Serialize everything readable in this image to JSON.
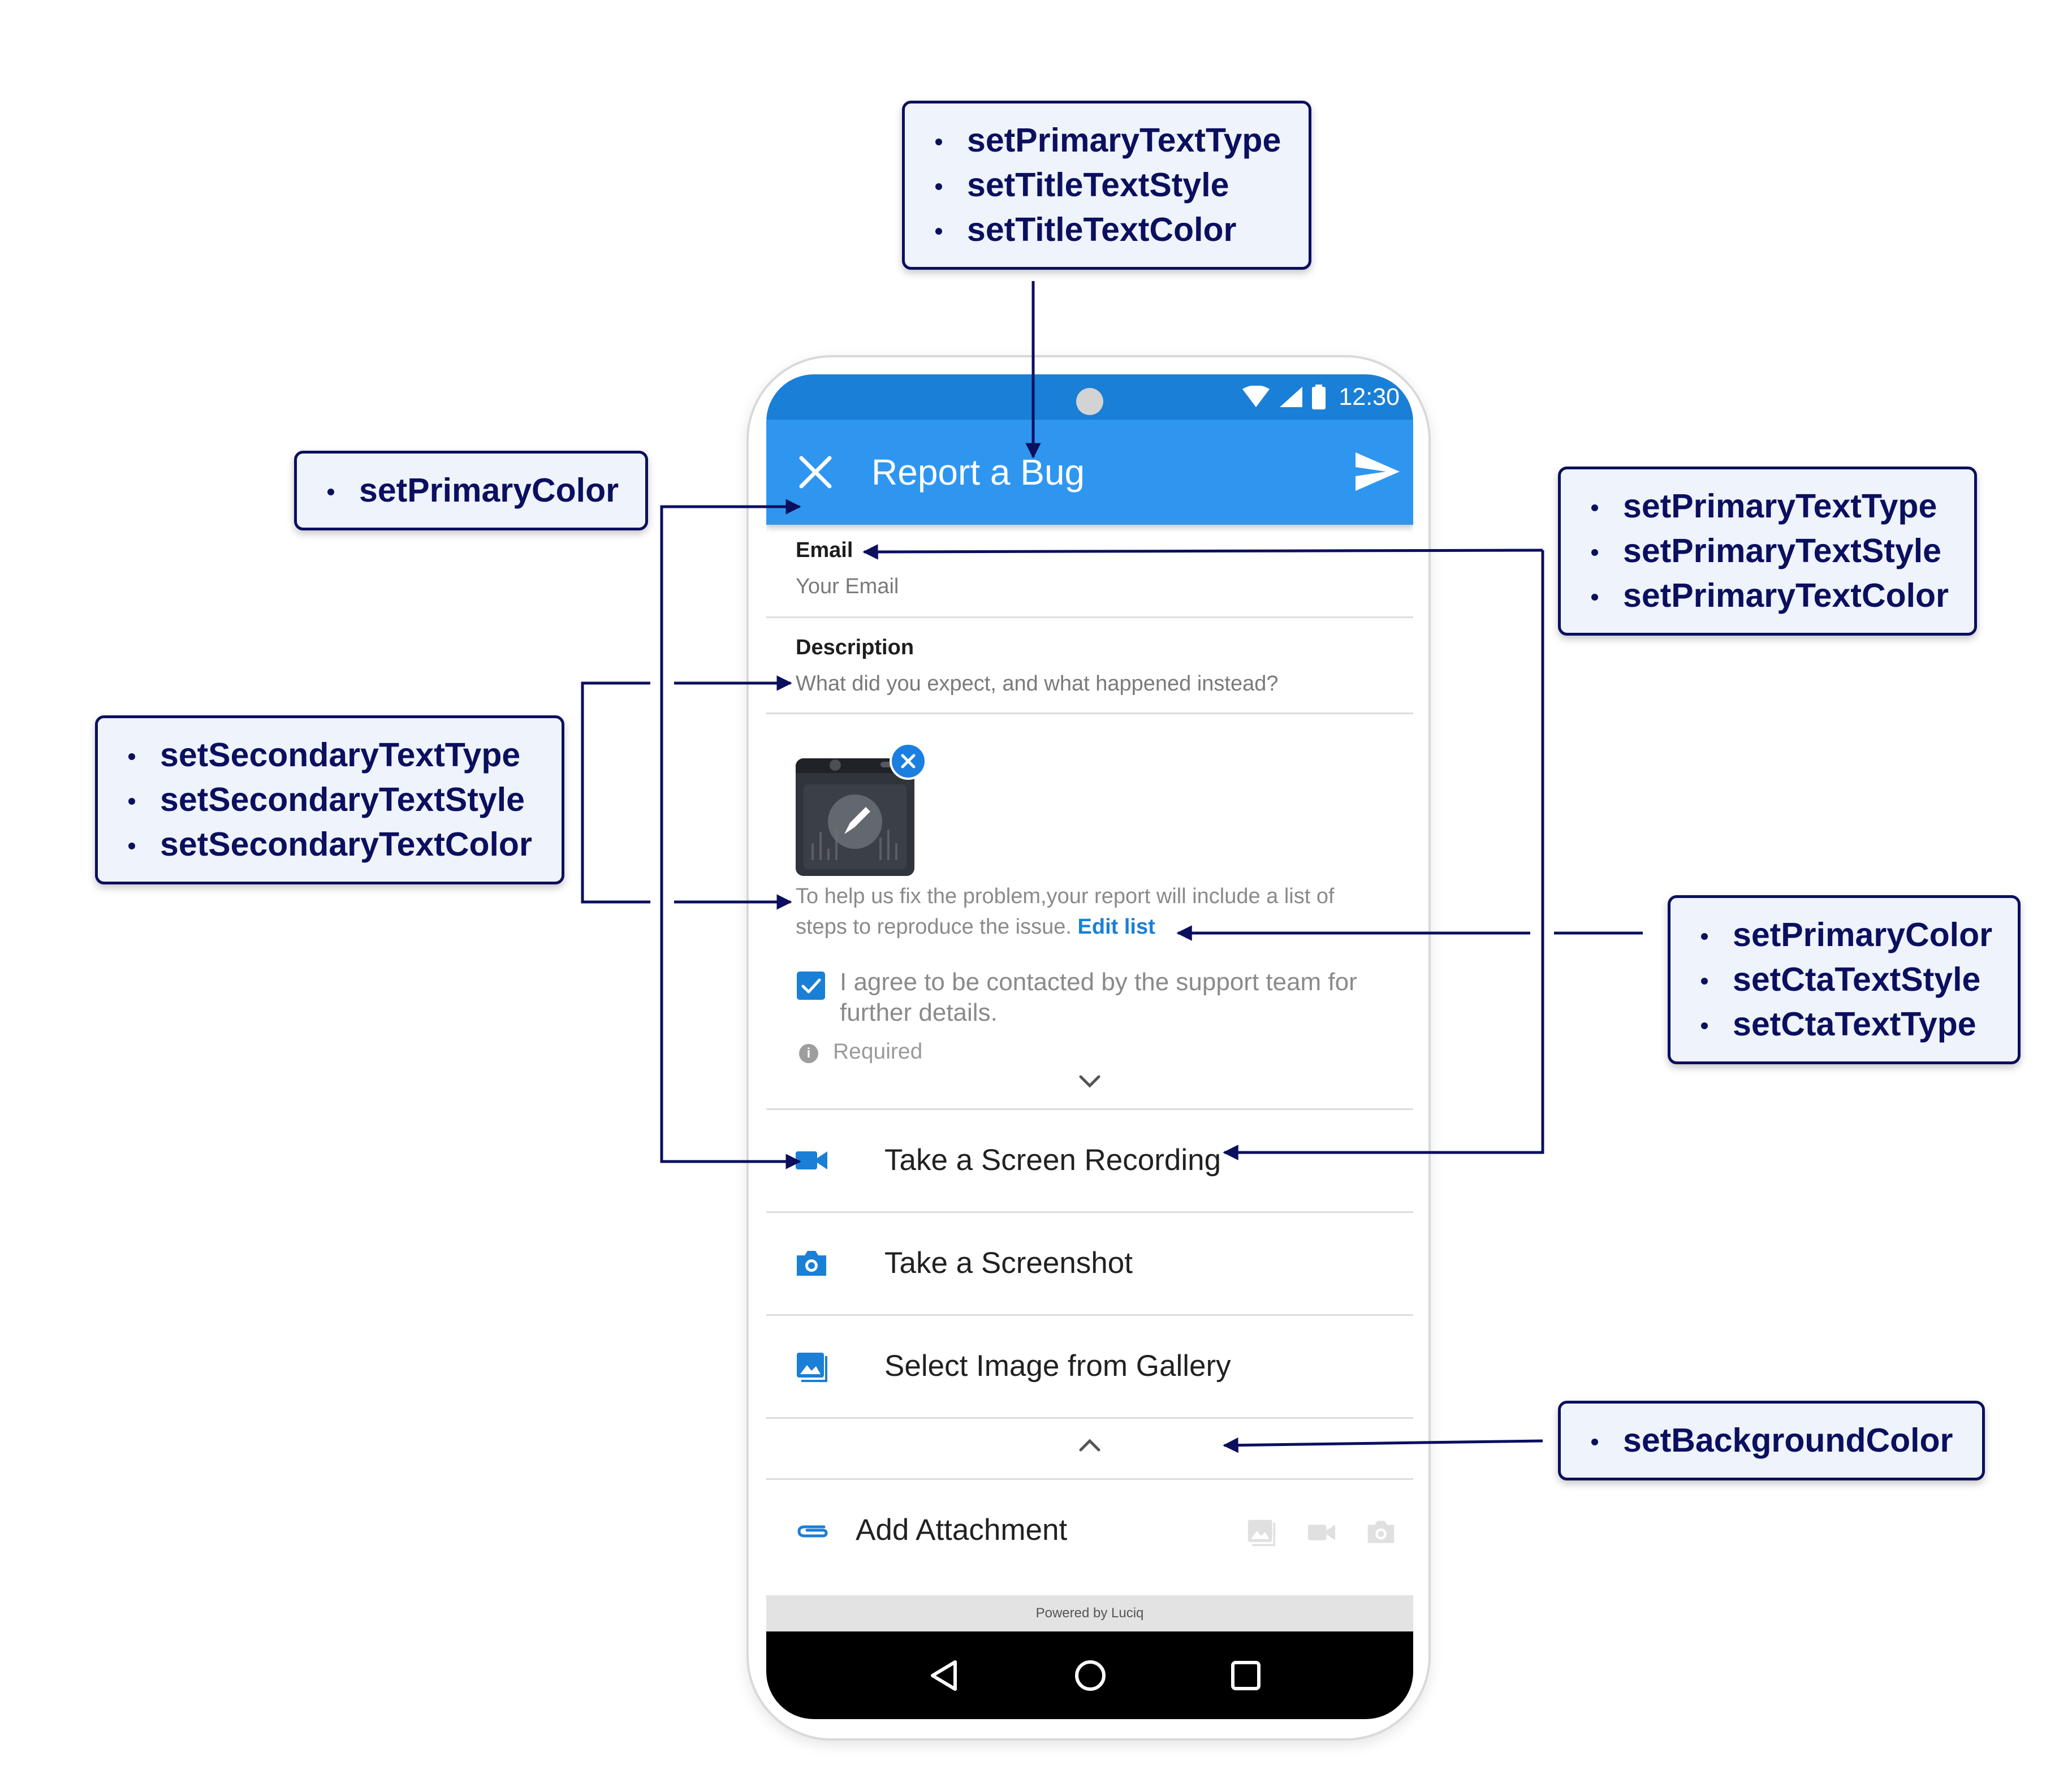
{
  "status_bar": {
    "time": "12:30"
  },
  "app_bar": {
    "title": "Report a Bug"
  },
  "form": {
    "email_label": "Email",
    "email_placeholder": "Your Email",
    "description_label": "Description",
    "description_placeholder": "What did you expect, and what happened instead?",
    "repro_info": "To help us fix the problem,your report will include a list of steps to reproduce the issue.",
    "repro_link": "Edit list",
    "consent_text": "I agree to be contacted by the support team for further details.",
    "consent_checked": true,
    "required_label": "Required"
  },
  "attachment_menu": [
    {
      "label": "Take a Screen Recording",
      "icon": "video-camera-icon"
    },
    {
      "label": "Take a Screenshot",
      "icon": "camera-icon"
    },
    {
      "label": "Select Image from Gallery",
      "icon": "gallery-icon"
    }
  ],
  "attachment_bar": {
    "label": "Add Attachment"
  },
  "footer": {
    "powered_by": "Powered by Luciq"
  },
  "callouts": {
    "title": [
      "setPrimaryTextType",
      "setTitleTextStyle",
      "setTitleTextColor"
    ],
    "primary_color": [
      "setPrimaryColor"
    ],
    "primary_text": [
      "setPrimaryTextType",
      "setPrimaryTextStyle",
      "setPrimaryTextColor"
    ],
    "secondary_text": [
      "setSecondaryTextType",
      "setSecondaryTextStyle",
      "setSecondaryTextColor"
    ],
    "cta": [
      "setPrimaryColor",
      "setCtaTextStyle",
      "setCtaTextType"
    ],
    "background": [
      "setBackgroundColor"
    ]
  },
  "colors": {
    "primary": "#2f96f0",
    "status_bar": "#1a7fd6",
    "callout_border": "#0b0f5e",
    "callout_fill": "#eef3fc"
  }
}
